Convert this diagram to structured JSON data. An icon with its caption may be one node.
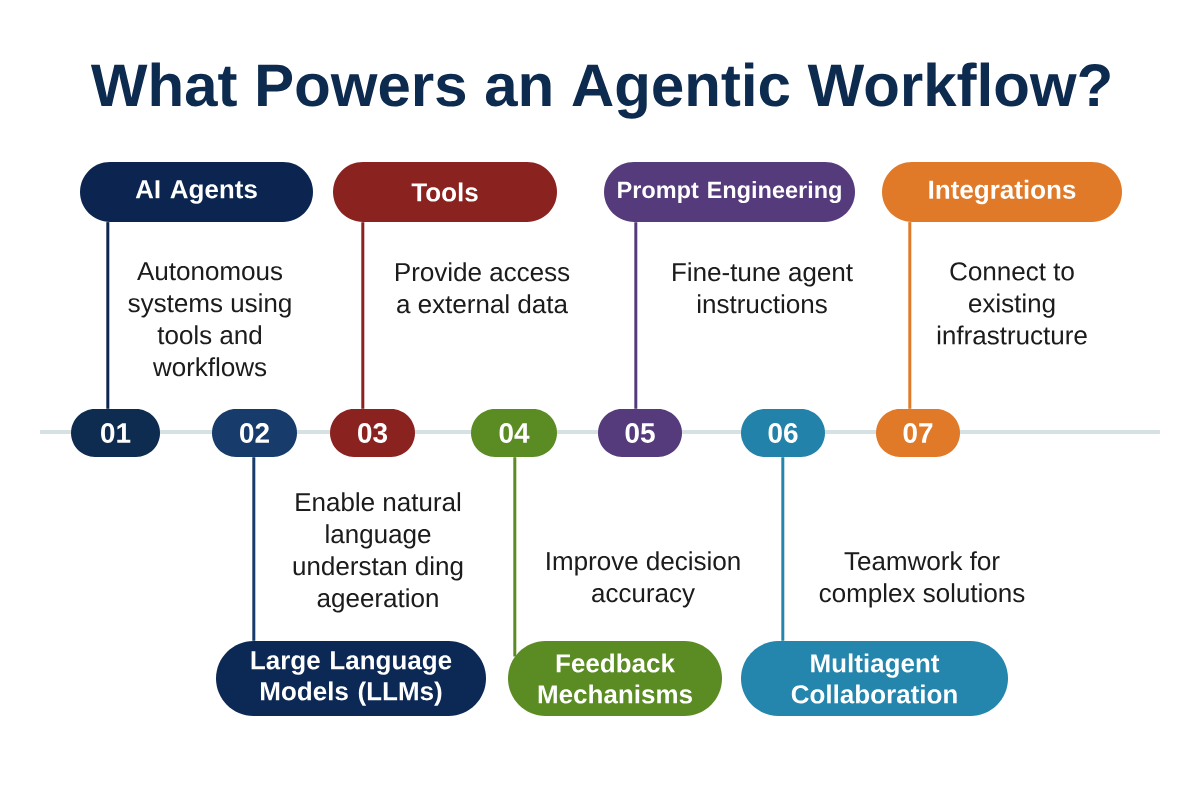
{
  "diagram": {
    "title": "What Powers an Agentic Workflow?",
    "nodes": [
      {
        "text": [
          "AI Agents"
        ],
        "beside": [
          "Autonomous systems using tools and workflows"
        ]
      },
      {
        "text": [
          "Tools"
        ],
        "beside": [
          "Provide access a external data"
        ]
      },
      {
        "text": [
          "Prompt Engineering"
        ],
        "beside": [
          "Fine-tune agent instructions"
        ]
      },
      {
        "text": [
          "Integrations"
        ],
        "beside": [
          "Connect to existing infrastructure"
        ]
      },
      {
        "text": [
          "01"
        ]
      },
      {
        "text": [
          "02"
        ]
      },
      {
        "text": [
          "03"
        ]
      },
      {
        "text": [
          "04"
        ]
      },
      {
        "text": [
          "05"
        ]
      },
      {
        "text": [
          "06"
        ]
      },
      {
        "text": [
          "07"
        ]
      },
      {
        "text": [
          "Large Language Models (LLMs)"
        ],
        "beside": [
          "Enable natural language understan ding ageeration"
        ]
      },
      {
        "text": [
          "Feedback Mechanisms"
        ],
        "beside": [
          "Improve decision accuracy"
        ]
      },
      {
        "text": [
          "Multiagent Collaboration"
        ],
        "beside": [
          "Teamwork for complex solutions"
        ]
      }
    ],
    "edges": [
      {
        "from": 0,
        "to": 4,
        "arrow": "none",
        "color": "#0b2550"
      },
      {
        "from": 1,
        "to": 6,
        "arrow": "none",
        "color": "#8a2220"
      },
      {
        "from": 2,
        "to": 8,
        "arrow": "none",
        "color": "#553b7c"
      },
      {
        "from": 3,
        "to": 10,
        "arrow": "none",
        "color": "#e07a28"
      },
      {
        "from": 5,
        "to": 11,
        "arrow": "none",
        "color": "#173b6a"
      },
      {
        "from": 7,
        "to": 12,
        "arrow": "none",
        "color": "#5a8c23"
      },
      {
        "from": 9,
        "to": 13,
        "arrow": "none",
        "color": "#2486ad"
      }
    ]
  }
}
